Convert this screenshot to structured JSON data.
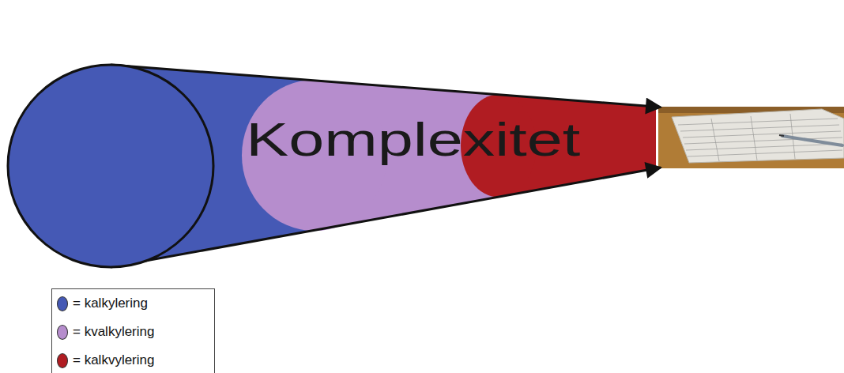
{
  "diagram": {
    "nodes": [
      {
        "text": [
          "Komplexitet"
        ]
      }
    ],
    "legend": [
      {
        "text": "= kalkylering",
        "color": "#4559b5"
      },
      {
        "text": "= kvalkylering",
        "color": "#b68dcd"
      },
      {
        "text": "= kalkvylering",
        "color": "#b01c22"
      }
    ]
  }
}
